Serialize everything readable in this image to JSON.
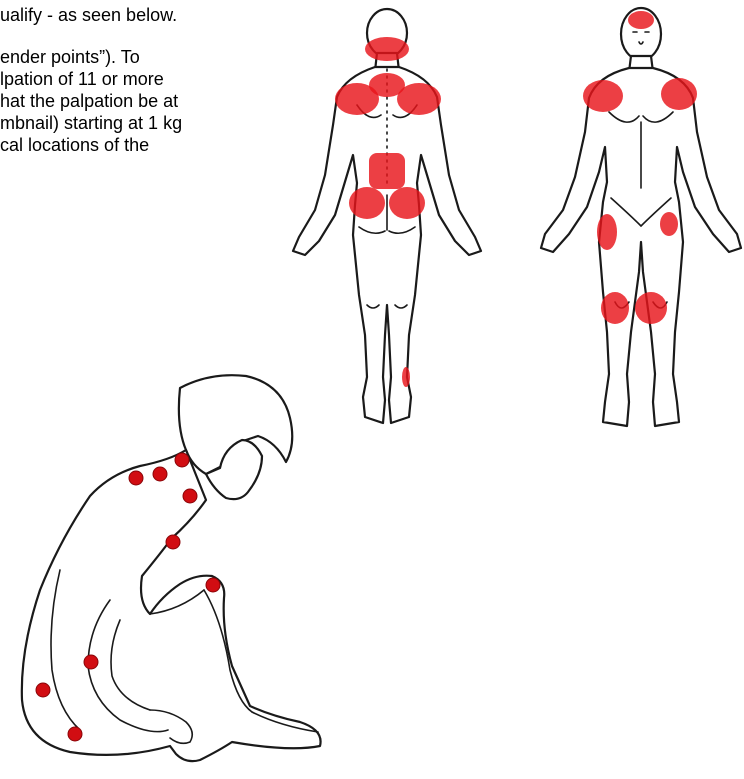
{
  "text": {
    "line1": "ualify - as seen below.",
    "line2": "ender points”).  To",
    "line3": "lpation of 11 or more",
    "line4": "hat the palpation be at",
    "line5": "mbnail) starting at 1 kg",
    "line6": "cal locations of the"
  },
  "colors": {
    "tender_highlight": "#e8151b",
    "tender_dot": "#d10d12",
    "line_art": "#1a1a1a"
  },
  "figures": {
    "back_view": "body-back-illustration",
    "front_view": "body-front-illustration",
    "seated_view": "seated-woman-illustration"
  }
}
